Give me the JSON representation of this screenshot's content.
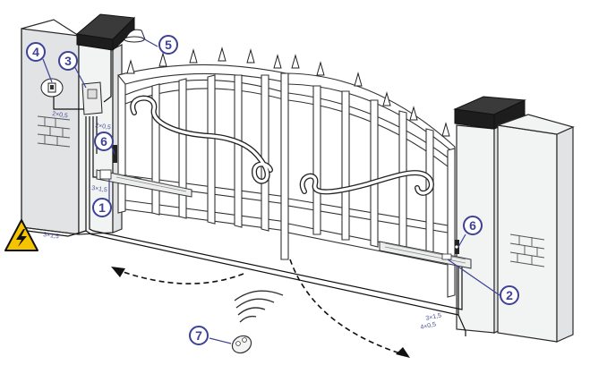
{
  "components": [
    {
      "number": "1",
      "kind": "gate-actuator-left"
    },
    {
      "number": "2",
      "kind": "gate-actuator-right"
    },
    {
      "number": "3",
      "kind": "control-unit"
    },
    {
      "number": "4",
      "kind": "key-selector-switch"
    },
    {
      "number": "5",
      "kind": "flashing-lamp"
    },
    {
      "number": "6",
      "kind": "photocell-left"
    },
    {
      "number": "6",
      "kind": "photocell-right"
    },
    {
      "number": "7",
      "kind": "remote-transmitter"
    }
  ],
  "cables": {
    "switch_to_unit": "2×0,5",
    "lamp_cable": "2×0,5",
    "left_actuator": "3×1,5",
    "mains_supply": "3×1,5",
    "right_actuator": "3×1,5",
    "right_photocell": "4×0,5"
  },
  "icons": {
    "hazard": "high-voltage-warning-icon",
    "remote": "remote-control-icon",
    "radio": "radio-waves-icon"
  },
  "colors": {
    "badge": "#3d4296",
    "hazard_fill": "#f5c400",
    "cap": "#1d1d1d"
  }
}
